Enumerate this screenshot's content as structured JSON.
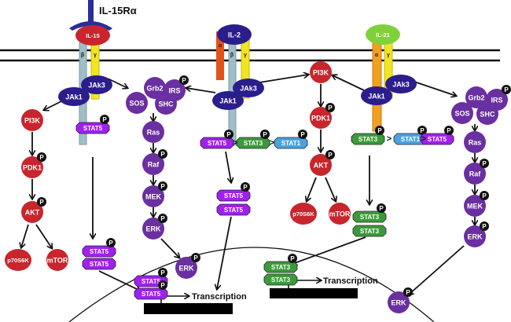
{
  "colors": {
    "red": "#c8252c",
    "navy": "#2a1d8c",
    "purple": "#6a2fa0",
    "magenta": "#a020f0",
    "green": "#3c9a3a",
    "lightblue": "#4aa3df",
    "lightgreen": "#7fd13b",
    "beta_chain": "#9fbfc8",
    "gamma_chain": "#f2e520",
    "alpha_il2": "#e2521b",
    "alpha_il21": "#f0a020"
  },
  "receptor_label": "IL-15Rα",
  "chain_labels": {
    "alpha": "α",
    "beta": "β",
    "gamma": "γ"
  },
  "transcription": [
    "Transcription",
    "Transcription"
  ],
  "nodes": [
    {
      "id": "il15",
      "label": "IL-15",
      "kind": "ligand",
      "color": "red"
    },
    {
      "id": "il2",
      "label": "IL-2",
      "kind": "ligand",
      "color": "navy"
    },
    {
      "id": "il21",
      "label": "IL-21",
      "kind": "ligand",
      "color": "lightgreen"
    },
    {
      "id": "jak3a",
      "label": "JAk3",
      "kind": "kinase",
      "color": "navy"
    },
    {
      "id": "jak1a",
      "label": "JAk1",
      "kind": "kinase",
      "color": "navy"
    },
    {
      "id": "jak3b",
      "label": "JAk3",
      "kind": "kinase",
      "color": "navy"
    },
    {
      "id": "jak1b",
      "label": "JAk1",
      "kind": "kinase",
      "color": "navy"
    },
    {
      "id": "jak3c",
      "label": "JAk3",
      "kind": "kinase",
      "color": "navy"
    },
    {
      "id": "jak1c",
      "label": "JAk1",
      "kind": "kinase",
      "color": "navy"
    },
    {
      "id": "pi3k1",
      "label": "PI3K",
      "kind": "ball",
      "color": "red"
    },
    {
      "id": "pdk1a",
      "label": "PDK1",
      "kind": "ball",
      "color": "red",
      "p": true
    },
    {
      "id": "akt1",
      "label": "AKT",
      "kind": "ball",
      "color": "red",
      "p": true
    },
    {
      "id": "p70a",
      "label": "p70S6K",
      "kind": "ball",
      "color": "red"
    },
    {
      "id": "mtora",
      "label": "mTOR",
      "kind": "ball",
      "color": "red"
    },
    {
      "id": "pi3k2",
      "label": "PI3K",
      "kind": "ball",
      "color": "red"
    },
    {
      "id": "pdk1b",
      "label": "PDK1",
      "kind": "ball",
      "color": "red",
      "p": true
    },
    {
      "id": "akt2",
      "label": "AKT",
      "kind": "ball",
      "color": "red",
      "p": true
    },
    {
      "id": "p70b",
      "label": "p70S6K",
      "kind": "ball",
      "color": "red"
    },
    {
      "id": "mtorb",
      "label": "mTOR",
      "kind": "ball",
      "color": "red"
    },
    {
      "id": "grb2a",
      "label": "Grb2",
      "kind": "ball",
      "color": "purple"
    },
    {
      "id": "irsa",
      "label": "IRS",
      "kind": "ball",
      "color": "purple",
      "p": true
    },
    {
      "id": "sosa",
      "label": "SOS",
      "kind": "ball",
      "color": "purple"
    },
    {
      "id": "shca",
      "label": "SHC",
      "kind": "ball",
      "color": "purple"
    },
    {
      "id": "rasa",
      "label": "Ras",
      "kind": "ball",
      "color": "purple"
    },
    {
      "id": "rafa",
      "label": "Raf",
      "kind": "ball",
      "color": "purple",
      "p": true
    },
    {
      "id": "meka",
      "label": "MEK",
      "kind": "ball",
      "color": "purple",
      "p": true
    },
    {
      "id": "erka",
      "label": "ERK",
      "kind": "ball",
      "color": "purple",
      "p": true
    },
    {
      "id": "erka2",
      "label": "ERK",
      "kind": "ball",
      "color": "purple",
      "p": true
    },
    {
      "id": "grb2b",
      "label": "Grb2",
      "kind": "ball",
      "color": "purple"
    },
    {
      "id": "irsb",
      "label": "IRS",
      "kind": "ball",
      "color": "purple",
      "p": true
    },
    {
      "id": "sosb",
      "label": "SOS",
      "kind": "ball",
      "color": "purple"
    },
    {
      "id": "shcb",
      "label": "SHC",
      "kind": "ball",
      "color": "purple"
    },
    {
      "id": "rasb",
      "label": "Ras",
      "kind": "ball",
      "color": "purple"
    },
    {
      "id": "rafb",
      "label": "Raf",
      "kind": "ball",
      "color": "purple",
      "p": true
    },
    {
      "id": "mekb",
      "label": "MEK",
      "kind": "ball",
      "color": "purple",
      "p": true
    },
    {
      "id": "erkb",
      "label": "ERK",
      "kind": "ball",
      "color": "purple",
      "p": true
    },
    {
      "id": "erkb2",
      "label": "ERK",
      "kind": "ball",
      "color": "purple",
      "p": true
    },
    {
      "id": "stat5a",
      "label": "STAT5",
      "kind": "stat",
      "color": "magenta",
      "p": true
    },
    {
      "id": "stat5a_d1",
      "label": "STAT5",
      "kind": "stat",
      "color": "magenta",
      "p": true
    },
    {
      "id": "stat5a_d2",
      "label": "STAT5",
      "kind": "stat",
      "color": "magenta"
    },
    {
      "id": "stat5n_d1",
      "label": "STAT5",
      "kind": "stat",
      "color": "magenta",
      "p": true
    },
    {
      "id": "stat5n_d2",
      "label": "STAT5",
      "kind": "stat",
      "color": "magenta",
      "p": true
    },
    {
      "id": "stat5b",
      "label": "STAT5",
      "kind": "stat",
      "color": "magenta",
      "p": true
    },
    {
      "id": "stat3b",
      "label": "STAT3",
      "kind": "stat",
      "color": "green",
      "p": true
    },
    {
      "id": "stat1b",
      "label": "STAT1",
      "kind": "stat",
      "color": "lightblue",
      "p": true
    },
    {
      "id": "stat5b_d1",
      "label": "STAT5",
      "kind": "stat",
      "color": "magenta",
      "p": true
    },
    {
      "id": "stat5b_d2",
      "label": "STAT5",
      "kind": "stat",
      "color": "magenta"
    },
    {
      "id": "stat3c",
      "label": "STAT3",
      "kind": "stat",
      "color": "green",
      "p": true
    },
    {
      "id": "stat1c",
      "label": "STAT1",
      "kind": "stat",
      "color": "lightblue",
      "p": true
    },
    {
      "id": "stat5c",
      "label": "STAT5",
      "kind": "stat",
      "color": "magenta",
      "p": true
    },
    {
      "id": "stat3c_d1",
      "label": "STAT3",
      "kind": "stat",
      "color": "green",
      "p": true
    },
    {
      "id": "stat3c_d2",
      "label": "STAT3",
      "kind": "stat",
      "color": "green"
    },
    {
      "id": "stat3n_d1",
      "label": "STAT3",
      "kind": "stat",
      "color": "green",
      "p": true
    },
    {
      "id": "stat3n_d2",
      "label": "STAT3",
      "kind": "stat",
      "color": "green"
    }
  ],
  "sequence_separator": ">"
}
